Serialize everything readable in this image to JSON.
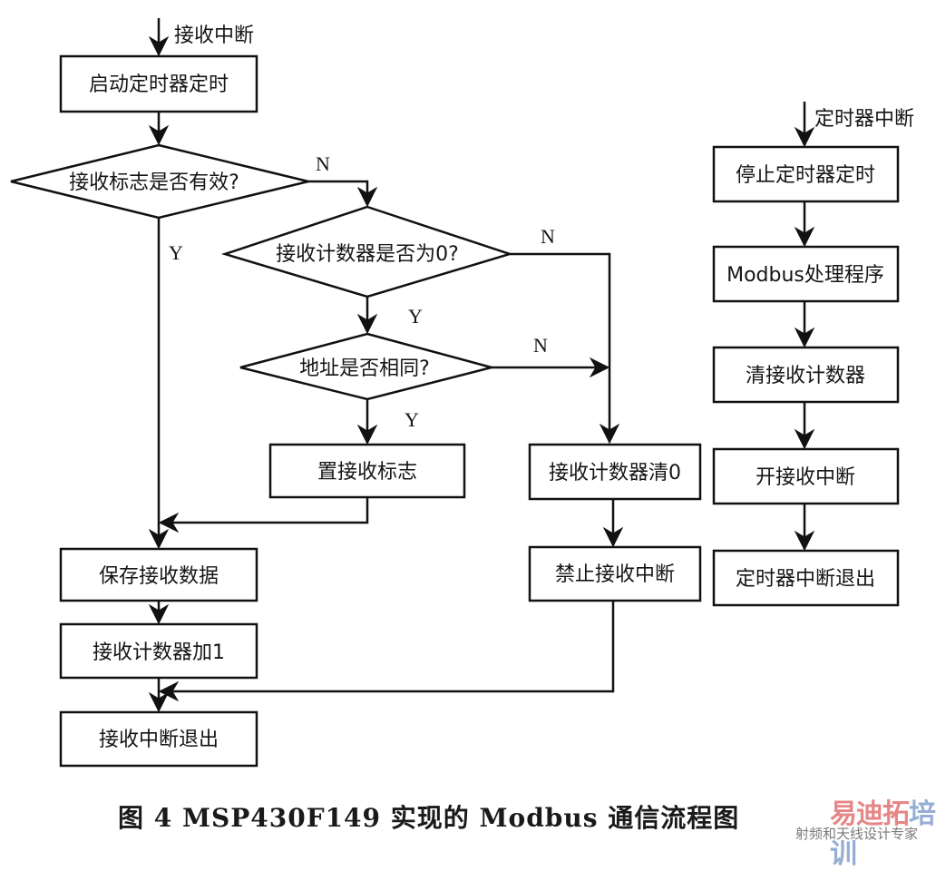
{
  "left_flow": {
    "entry_label": "接收中断",
    "start_timer": "启动定时器定时",
    "check_flag": "接收标志是否有效?",
    "check_counter_zero": "接收计数器是否为0?",
    "check_address": "地址是否相同?",
    "set_flag": "置接收标志",
    "save_data": "保存接收数据",
    "counter_inc": "接收计数器加1",
    "exit": "接收中断退出",
    "clear_counter": "接收计数器清0",
    "disable_rx_int": "禁止接收中断",
    "branch_labels": {
      "flag_no": "N",
      "flag_yes": "Y",
      "counter_no": "N",
      "counter_yes": "Y",
      "address_no": "N",
      "address_yes": "Y"
    }
  },
  "right_flow": {
    "entry_label": "定时器中断",
    "stop_timer": "停止定时器定时",
    "modbus_process": "Modbus处理程序",
    "clear_counter": "清接收计数器",
    "enable_rx_int": "开接收中断",
    "exit": "定时器中断退出"
  },
  "caption": "图 4   MSP430F149 实现的 Modbus 通信流程图",
  "watermark": {
    "brand_red": "易迪拓",
    "brand_blue": "培训",
    "slogan": "射频和天线设计专家",
    "colors": {
      "red": "#e06a6a",
      "blue": "#7d9bc9"
    }
  }
}
